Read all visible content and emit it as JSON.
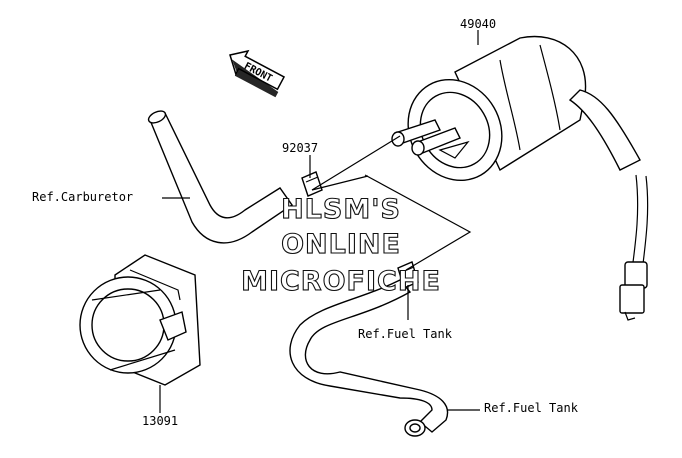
{
  "labels": {
    "pump_part_no": "49040",
    "clamp_part_no": "92037",
    "bracket_part_no": "13091",
    "ref_carburetor": "Ref.Carburetor",
    "ref_fuel_tank_1": "Ref.Fuel Tank",
    "ref_fuel_tank_2": "Ref.Fuel Tank",
    "front_arrow": "FRONT"
  },
  "watermark": {
    "line1": "HLSM'S",
    "line2": "ONLINE",
    "line3": "MICROFICHE"
  },
  "icons": {
    "front_arrow": "front-arrow-icon"
  }
}
